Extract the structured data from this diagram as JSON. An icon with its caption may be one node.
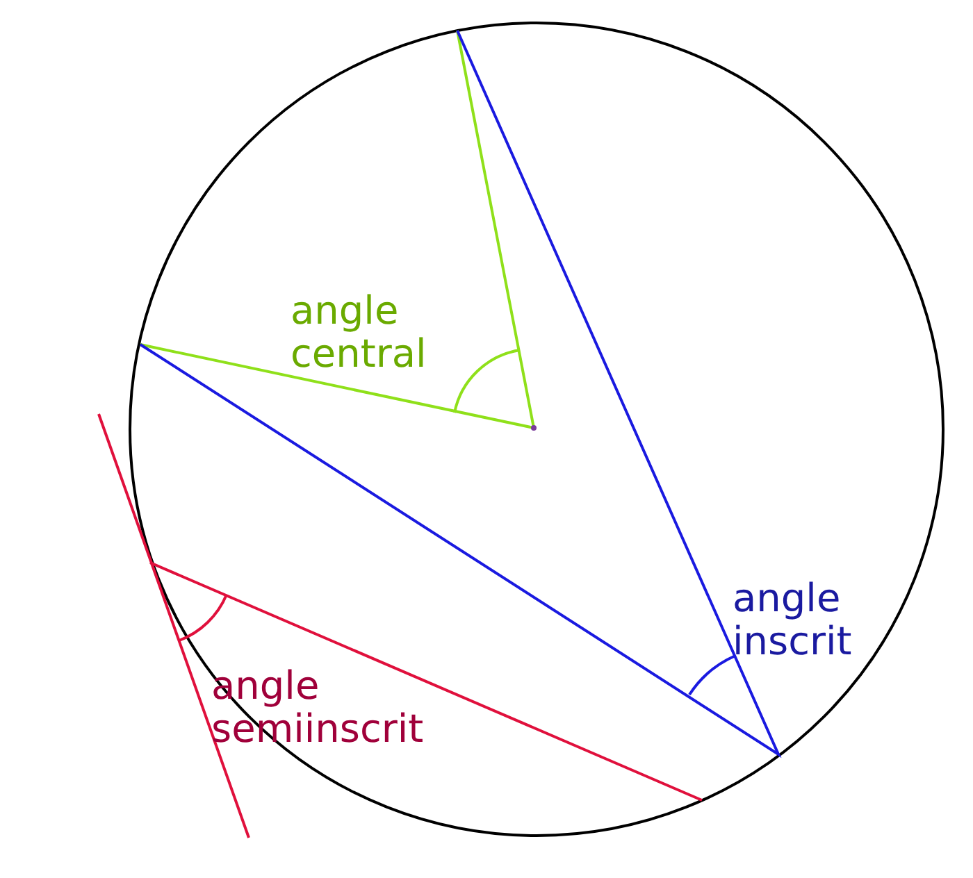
{
  "diagram": {
    "labels": [
      "angle central",
      "angle inscrit",
      "angle semiinscrit"
    ]
  }
}
